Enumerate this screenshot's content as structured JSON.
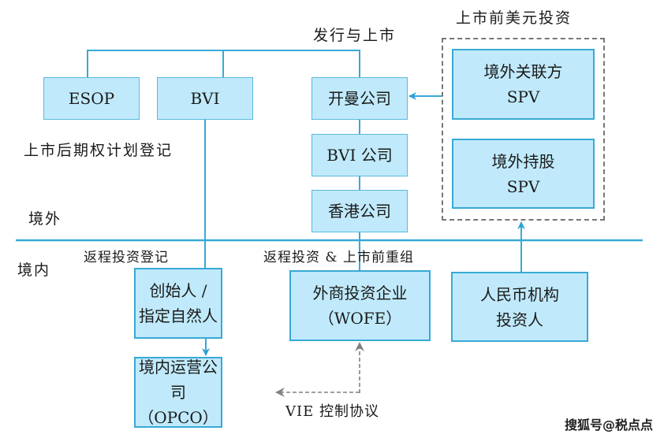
{
  "labels": {
    "issue_listing": "发行与上市",
    "pre_ipo_usd": "上市前美元投资",
    "esop_registration": "上市后期权计划登记",
    "offshore": "境外",
    "onshore": "境内",
    "round_trip_registration": "返程投资登记",
    "round_trip_restructure": "返程投资 & 上市前重组",
    "vie_agreement": "VIE 控制协议"
  },
  "boxes": {
    "esop": {
      "line1": "ESOP"
    },
    "bvi": {
      "line1": "BVI"
    },
    "cayman": {
      "line1": "开曼公司"
    },
    "bvi_company": {
      "line1": "BVI 公司"
    },
    "hk_company": {
      "line1": "香港公司"
    },
    "offshore_affiliate_spv": {
      "line1": "境外关联方",
      "line2": "SPV"
    },
    "offshore_holding_spv": {
      "line1": "境外持股",
      "line2": "SPV"
    },
    "founder": {
      "line1": "创始人 /",
      "line2": "指定自然人"
    },
    "wofe": {
      "line1": "外商投资企业",
      "line2": "（WOFE）"
    },
    "rmb_investor": {
      "line1": "人民币机构",
      "line2": "投资人"
    },
    "opco": {
      "line1": "境内运营公司",
      "line2": "（OPCO）"
    }
  },
  "colors": {
    "box_fill": "#c0eafb",
    "line": "#38a9d6",
    "dashed": "#777777"
  },
  "watermark": "搜狐号@税点点"
}
